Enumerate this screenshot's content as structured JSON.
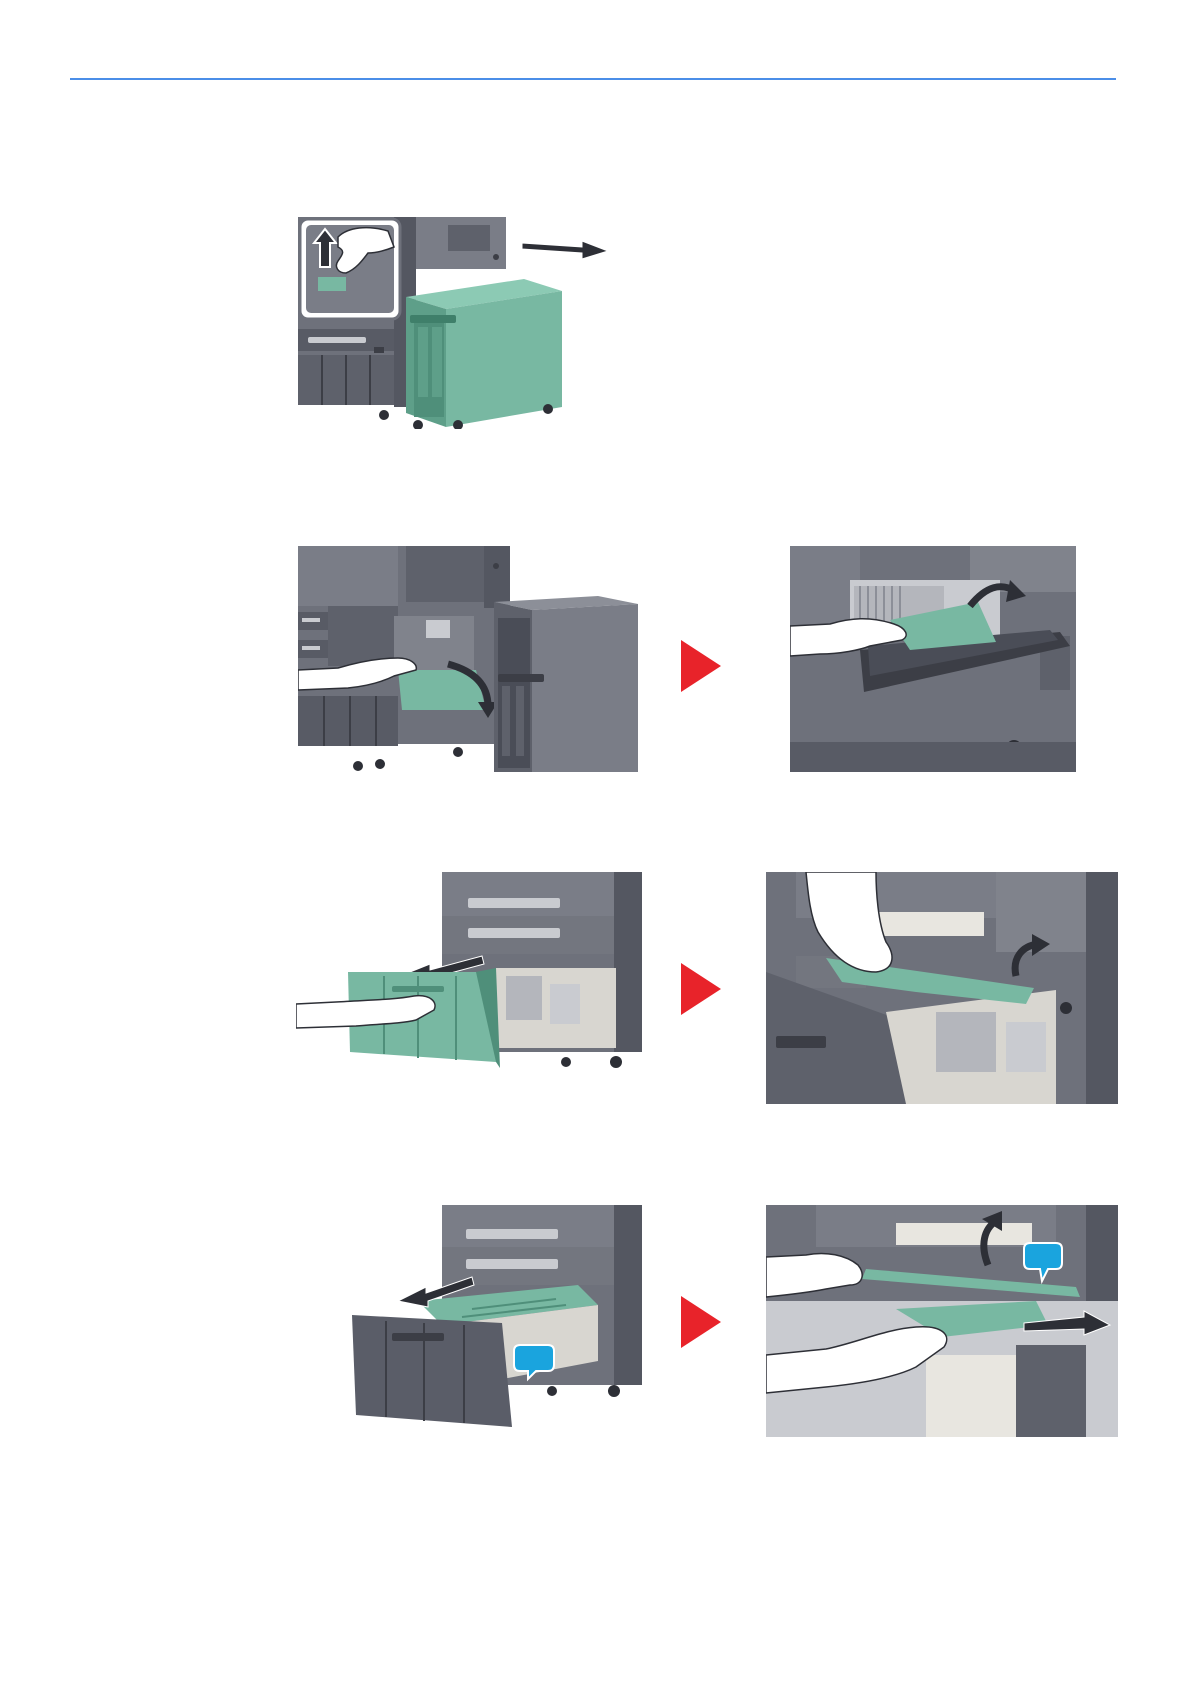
{
  "colors": {
    "rule": "#4b8ee8",
    "machine_dark": "#5a5d68",
    "machine_mid": "#73767f",
    "machine_light": "#9a9ca4",
    "machine_shadow": "#3c3e46",
    "highlight_green": "#78b8a2",
    "green_dark": "#4f8f7a",
    "callout_blue": "#1aa4de",
    "step_arrow_red": "#e8232a",
    "paper_white": "#f6f3ea",
    "hand_white": "#ffffff"
  },
  "panels": [
    {
      "id": "step1",
      "depicts": "lift-lever-pull-out-side-feeder"
    },
    {
      "id": "step2a",
      "depicts": "open-rear-cover"
    },
    {
      "id": "step2b",
      "depicts": "remove-jammed-paper-from-cover"
    },
    {
      "id": "step3a",
      "depicts": "pull-out-drawer"
    },
    {
      "id": "step3b",
      "depicts": "remove-jammed-paper-from-drawer"
    },
    {
      "id": "step4a",
      "depicts": "pull-out-inner-unit"
    },
    {
      "id": "step4b",
      "depicts": "lift-guide-remove-paper"
    }
  ],
  "icons": {
    "step_arrow": "play-triangle-icon",
    "callout": "blue-speech-bubble-icon"
  }
}
